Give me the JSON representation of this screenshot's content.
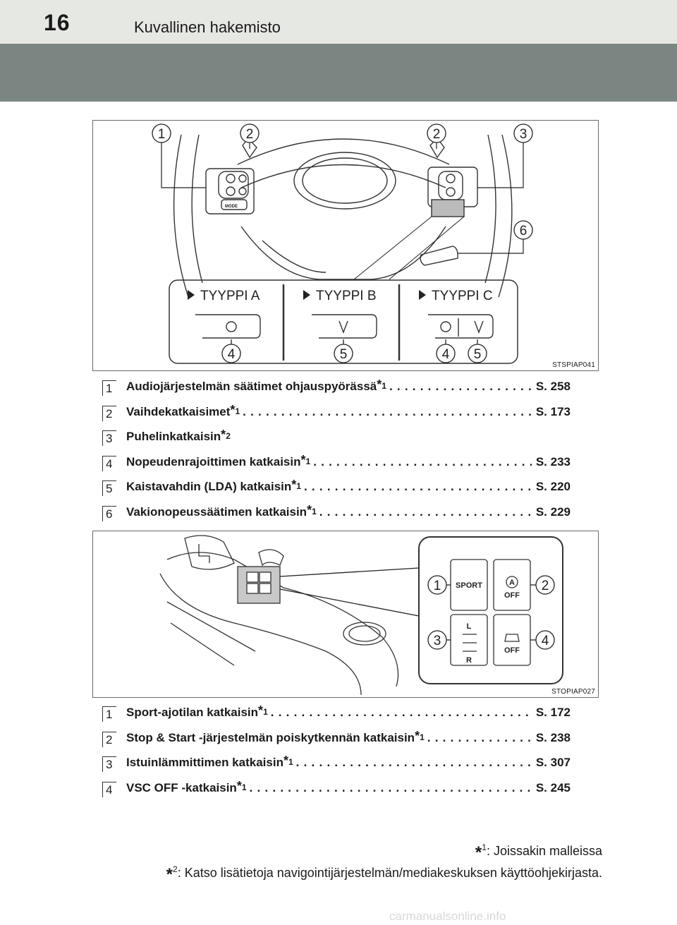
{
  "header": {
    "page_number": "16",
    "section_title": "Kuvallinen hakemisto"
  },
  "figure1": {
    "code": "STSPIAP041",
    "type_labels": [
      "TYYPPI A",
      "TYYPPI B",
      "TYYPPI C"
    ],
    "callouts": [
      "1",
      "2",
      "2",
      "3",
      "6",
      "4",
      "5",
      "4",
      "5"
    ],
    "button_text": "MODE"
  },
  "list1": [
    {
      "num": "1",
      "label": "Audiojärjestelmän säätimet ohjauspyörässä",
      "mark": "1",
      "page": "S. 258"
    },
    {
      "num": "2",
      "label": "Vaihdekatkaisimet",
      "mark": "1",
      "page": "S. 173"
    },
    {
      "num": "3",
      "label": "Puhelinkatkaisin",
      "mark": "2",
      "page": ""
    },
    {
      "num": "4",
      "label": "Nopeudenrajoittimen katkaisin",
      "mark": "1",
      "page": "S. 233"
    },
    {
      "num": "5",
      "label": "Kaistavahdin (LDA) katkaisin",
      "mark": "1",
      "page": "S. 220"
    },
    {
      "num": "6",
      "label": "Vakionopeussäätimen katkaisin",
      "mark": "1",
      "page": "S. 229"
    }
  ],
  "figure2": {
    "code": "STOPIAP027",
    "callouts": [
      "1",
      "2",
      "3",
      "4"
    ],
    "buttons": {
      "sport": "SPORT",
      "a": "A",
      "off": "OFF",
      "l": "L",
      "r": "R"
    }
  },
  "list2": [
    {
      "num": "1",
      "label": "Sport-ajotilan katkaisin",
      "mark": "1",
      "page": "S. 172"
    },
    {
      "num": "2",
      "label": "Stop & Start -järjestelmän poiskytkennän katkaisin",
      "mark": "1",
      "page": "S. 238"
    },
    {
      "num": "3",
      "label": "Istuinlämmittimen katkaisin",
      "mark": "1",
      "page": "S. 307"
    },
    {
      "num": "4",
      "label": "VSC OFF -katkaisin",
      "mark": "1",
      "page": "S. 245"
    }
  ],
  "footnotes": {
    "note1_mark": "1",
    "note1_text": ": Joissakin malleissa",
    "note2_mark": "2",
    "note2_text": ": Katso lisätietoja navigointijärjestelmän/mediakeskuksen käyttöohjekirjasta."
  },
  "watermark": "carmanualsonline.info"
}
